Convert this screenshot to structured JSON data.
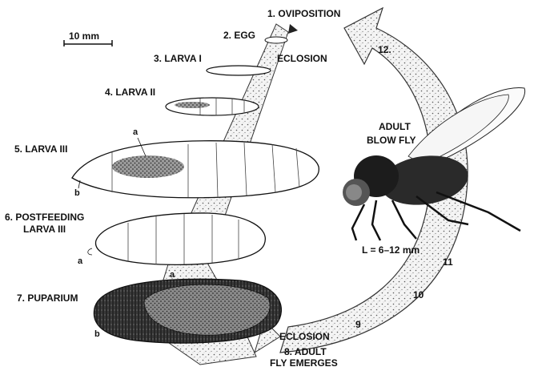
{
  "scale_bar": {
    "label": "10 mm"
  },
  "stages": {
    "s1": "1. OVIPOSITION",
    "s2": "2. EGG",
    "eclosion_top": "ECLOSION",
    "s3": "3. LARVA I",
    "s4": "4. LARVA II",
    "s5": "5. LARVA III",
    "s6_line1": "6. POSTFEEDING",
    "s6_line2": "LARVA III",
    "s7": "7. PUPARIUM",
    "eclosion_bottom": "ECLOSION",
    "s8_line1": "8. ADULT",
    "s8_line2": "FLY EMERGES"
  },
  "adult": {
    "line1": "ADULT",
    "line2": "BLOW FLY",
    "length": "L = 6–12 mm"
  },
  "part_markers": {
    "larva3_a": "a",
    "larva3_b": "b",
    "larva6_a": "a",
    "pupa_a": "a",
    "pupa_b": "b"
  },
  "arrow_numbers": [
    "9",
    "10",
    "11",
    "12."
  ]
}
